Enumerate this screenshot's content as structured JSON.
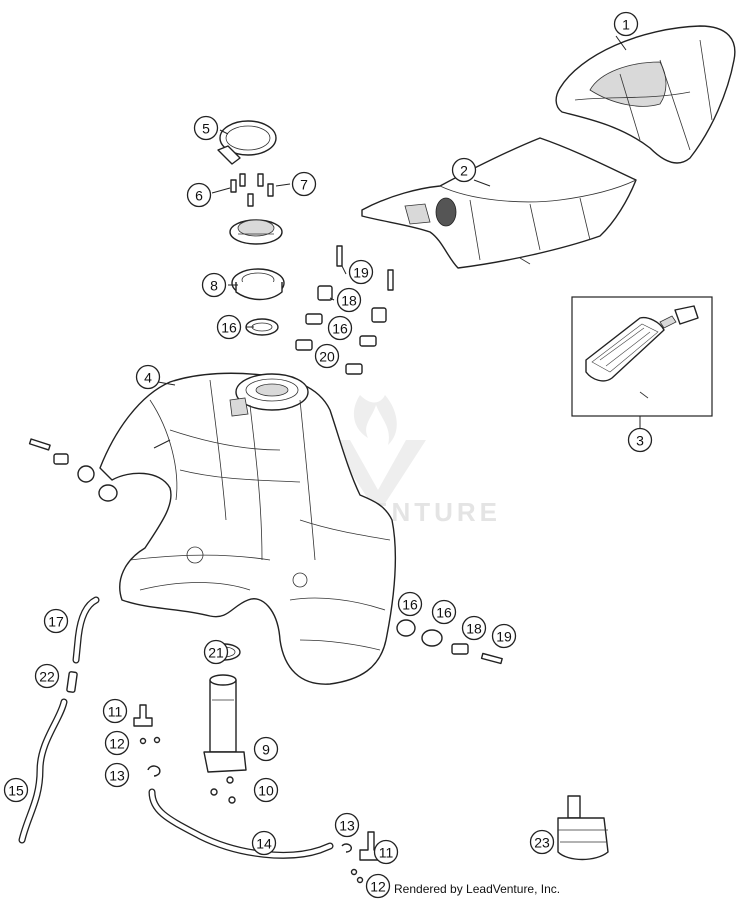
{
  "watermark": "LEADVENTURE",
  "credit": "Rendered by LeadVenture, Inc.",
  "callouts": [
    "1",
    "2",
    "3",
    "4",
    "5",
    "6",
    "7",
    "8",
    "19",
    "18",
    "16",
    "16",
    "20",
    "16",
    "16",
    "18",
    "19",
    "17",
    "21",
    "22",
    "11",
    "9",
    "12",
    "13",
    "10",
    "15",
    "14",
    "13",
    "11",
    "12",
    "23"
  ]
}
